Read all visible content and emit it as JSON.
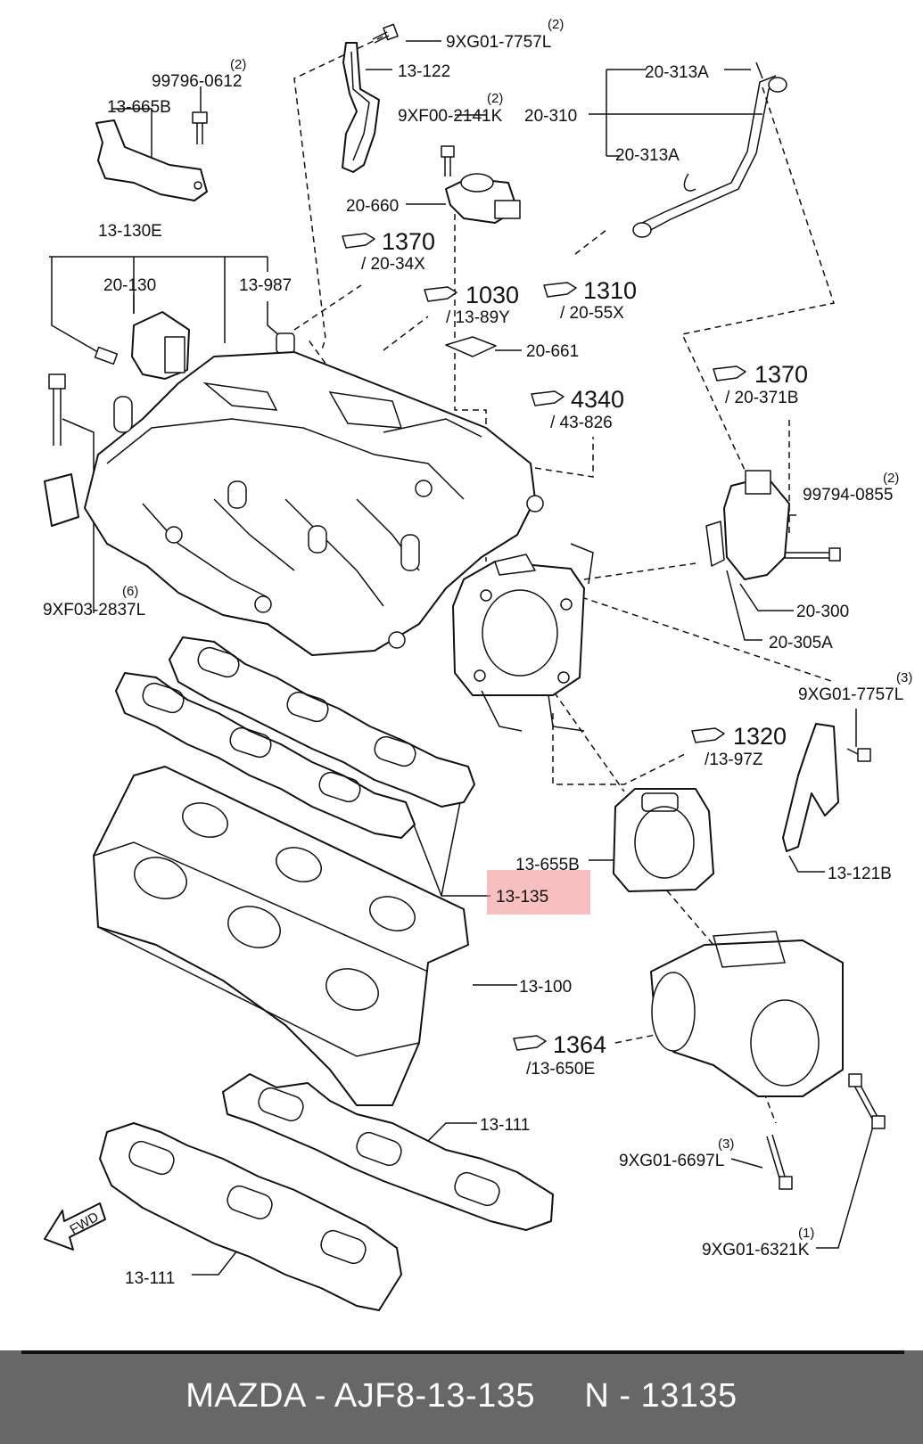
{
  "diagram": {
    "labels": {
      "l_9xg01_7757l_top": "9XG01-7757L",
      "l_13_122": "13-122",
      "l_99796_0612": "99796-0612",
      "l_13_665b": "13-665B",
      "l_9xf00_2141k": "9XF00-2141K",
      "l_20_313a_top": "20-313A",
      "l_20_310": "20-310",
      "l_20_313a_bot": "20-313A",
      "l_20_660": "20-660",
      "l_13_130e": "13-130E",
      "l_20_130": "20-130",
      "l_13_987": "13-987",
      "l_20_661": "20-661",
      "l_99794_0855": "99794-0855",
      "l_9xf03_2837l": "9XF03-2837L",
      "l_20_300": "20-300",
      "l_20_305a": "20-305A",
      "l_9xg01_7757l_right": "9XG01-7757L",
      "l_13_655b": "13-655B",
      "l_13_135": "13-135",
      "l_13_121b": "13-121B",
      "l_13_100": "13-100",
      "l_13_111_upper": "13-111",
      "l_9xg01_6697l": "9XG01-6697L",
      "l_9xg01_6321k": "9XG01-6321K",
      "l_13_111_lower": "13-111",
      "fwd": "FWD"
    },
    "quantities": {
      "q_9xg01_7757l_top": "(2)",
      "q_99796_0612": "(2)",
      "q_9xf00_2141k": "(2)",
      "q_99794_0855": "(2)",
      "q_9xf03_2837l": "(6)",
      "q_9xg01_7757l_right": "(3)",
      "q_9xg01_6697l": "(3)",
      "q_9xg01_6321k": "(1)"
    },
    "refs": {
      "r1": {
        "num": "1370",
        "sub": "/ 20-34X"
      },
      "r2": {
        "num": "1030",
        "sub": "/ 13-89Y"
      },
      "r3": {
        "num": "1310",
        "sub": "/ 20-55X"
      },
      "r4": {
        "num": "1370",
        "sub": "/ 20-371B"
      },
      "r5": {
        "num": "4340",
        "sub": "/ 43-826"
      },
      "r6": {
        "num": "1320",
        "sub": "/13-97Z"
      },
      "r7": {
        "num": "1364",
        "sub": "/13-650E"
      }
    },
    "highlight_label": "13-135",
    "highlight_color": "#f08a8a"
  },
  "footer": {
    "text": "MAZDA - AJF8-13-135     N - 13135",
    "background": "#676767",
    "text_color": "#ffffff"
  }
}
